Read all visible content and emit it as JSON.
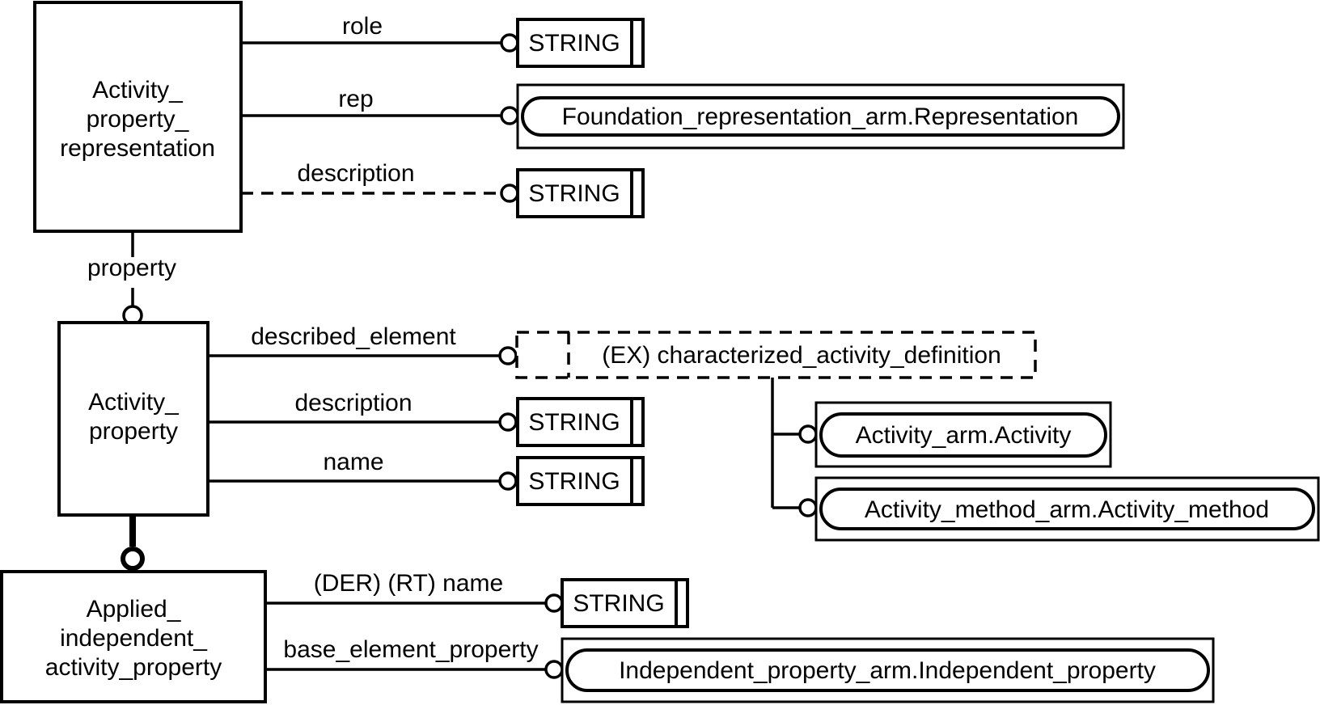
{
  "colors": {
    "ink": "#000000",
    "paper": "#ffffff"
  },
  "entities": {
    "activity_property_representation": {
      "name": "Activity_property_representation",
      "lines": [
        "Activity_",
        "property_",
        "representation"
      ]
    },
    "activity_property": {
      "name": "Activity_property",
      "lines": [
        "Activity_",
        "property"
      ]
    },
    "applied_independent_activity_property": {
      "name": "Applied_independent_activity_property",
      "lines": [
        "Applied_",
        "independent_",
        "activity_property"
      ]
    }
  },
  "attributes": {
    "role": {
      "label": "role",
      "type": "STRING"
    },
    "rep": {
      "label": "rep",
      "target": "Foundation_representation_arm.Representation"
    },
    "description_of_representation": {
      "label": "description",
      "type": "STRING",
      "optional": true
    },
    "property": {
      "label": "property"
    },
    "described_element": {
      "label": "described_element",
      "target": "(EX) characterized_activity_definition"
    },
    "description": {
      "label": "description",
      "type": "STRING"
    },
    "name": {
      "label": "name",
      "type": "STRING"
    },
    "der_rt_name": {
      "label": "(DER) (RT) name",
      "type": "STRING"
    },
    "base_element_property": {
      "label": "base_element_property",
      "target": "Independent_property_arm.Independent_property"
    }
  },
  "types": {
    "string": "STRING"
  },
  "select": {
    "label": "(EX) characterized_activity_definition",
    "options": [
      "Activity_arm.Activity",
      "Activity_method_arm.Activity_method"
    ]
  },
  "references": {
    "foundation_representation": "Foundation_representation_arm.Representation",
    "activity": "Activity_arm.Activity",
    "activity_method": "Activity_method_arm.Activity_method",
    "independent_property": "Independent_property_arm.Independent_property"
  }
}
